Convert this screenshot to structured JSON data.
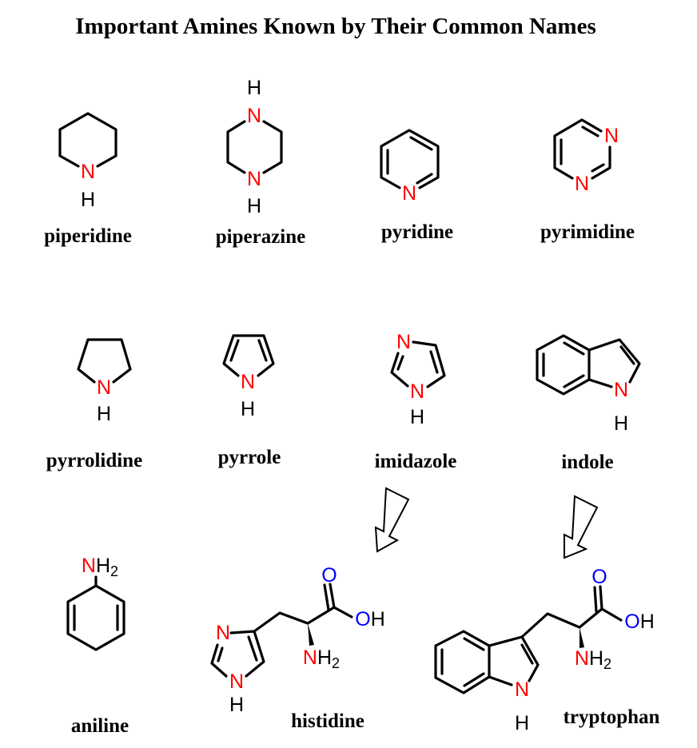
{
  "title": "Important Amines Known by Their Common Names",
  "colors": {
    "nitrogen": "#ff0000",
    "oxygen": "#0000ff",
    "bond": "#000000"
  },
  "atoms": {
    "N": "N",
    "H": "H",
    "O": "O",
    "OH": "OH",
    "NH": "NH",
    "two": "2"
  },
  "compounds": {
    "piperidine": "piperidine",
    "piperazine": "piperazine",
    "pyridine": "pyridine",
    "pyrimidine": "pyrimidine",
    "pyrrolidine": "pyrrolidine",
    "pyrrole": "pyrrole",
    "imidazole": "imidazole",
    "indole": "indole",
    "aniline": "aniline",
    "histidine": "histidine",
    "tryptophan": "tryptophan"
  }
}
